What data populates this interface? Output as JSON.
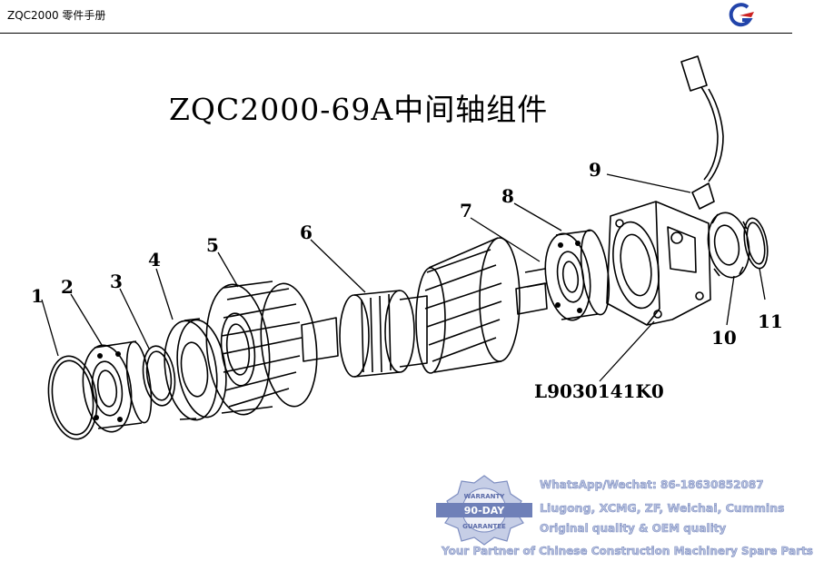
{
  "header": {
    "doc_title": "ZQC2000 零件手册"
  },
  "title": "ZQC2000-69A中间轴组件",
  "callouts": [
    "1",
    "2",
    "3",
    "4",
    "5",
    "6",
    "7",
    "8",
    "9",
    "10",
    "11"
  ],
  "part_number": "L9030141K0",
  "watermark": {
    "line1": "WhatsApp/Wechat: 86-18630852087",
    "line2": "Liugong, XCMG, ZF, Weichai, Cummins",
    "line3": "Original quality & OEM quality",
    "line4": "Your Partner of Chinese Construction Machinery Spare Parts",
    "badge_top": "WARRANTY",
    "badge_mid": "90-DAY",
    "badge_bottom": "GUARANTEE"
  },
  "colors": {
    "line": "#000000",
    "accent": "#2244aa",
    "watermark": "#7d8dc0"
  }
}
